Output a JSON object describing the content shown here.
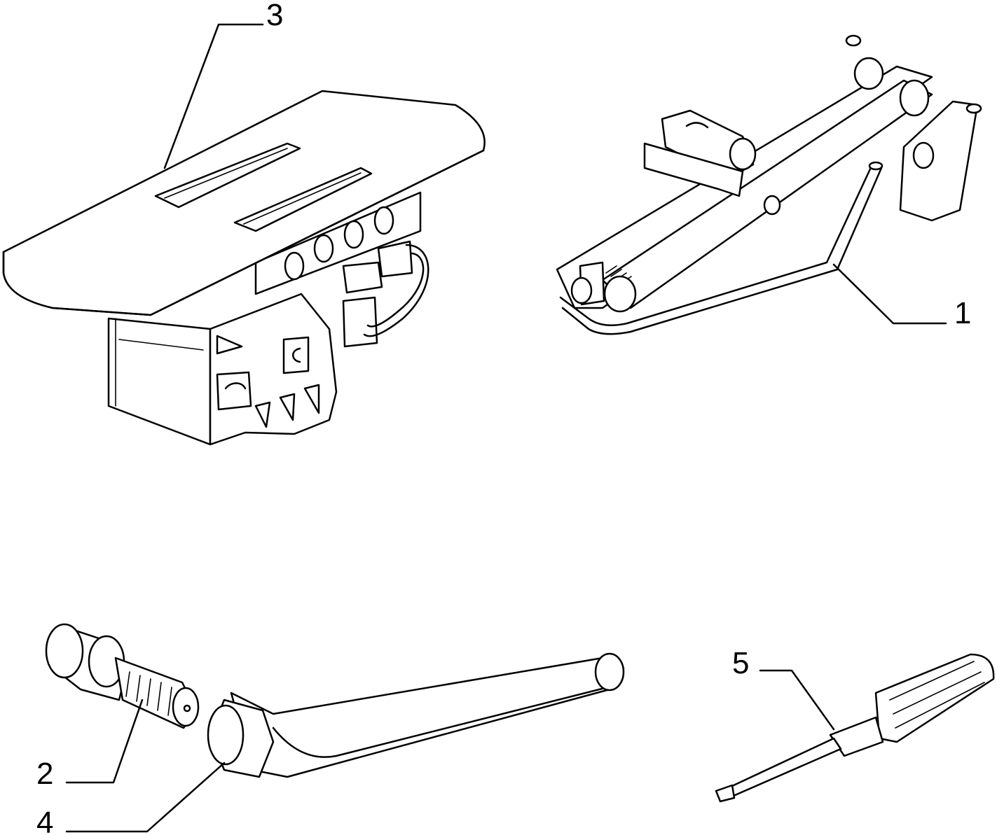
{
  "callouts": {
    "jack": "1",
    "wheel_bolt_adapter": "2",
    "jack_holder_bracket": "3",
    "wheel_wrench": "4",
    "screwdriver": "5"
  },
  "colors": {
    "ink": "#000000",
    "paper": "#ffffff"
  }
}
